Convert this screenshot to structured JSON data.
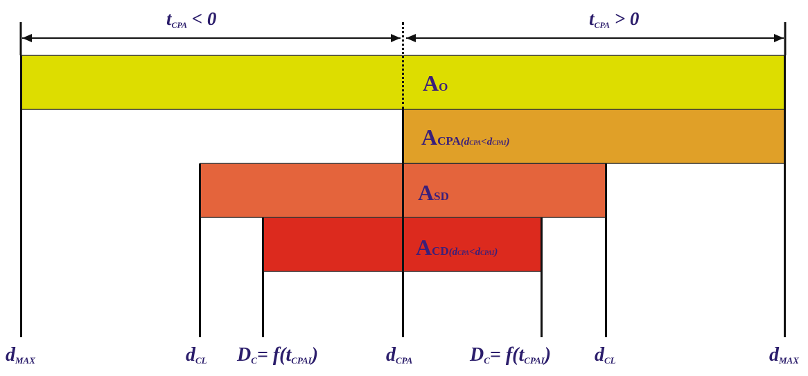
{
  "colors": {
    "ao": "#dddd00",
    "acpa": "#e0a028",
    "asd": "#e4643c",
    "acd": "#dc2a1e",
    "label": "#3a1f7a"
  },
  "top": {
    "left": {
      "t": "t",
      "sub": "CPA",
      "rel": "< 0"
    },
    "right": {
      "t": "t",
      "sub": "CPA",
      "rel": "> 0"
    }
  },
  "bands": {
    "ao": {
      "main": "A",
      "sub": "O",
      "cond": ""
    },
    "acpa": {
      "main": "A",
      "sub": "CPA",
      "cond": "(d",
      "cond_sub1": "CPA",
      "cond_mid": "<d",
      "cond_sub2": "CPAI",
      "cond_end": ")"
    },
    "asd": {
      "main": "A",
      "sub": "SD",
      "cond": ""
    },
    "acd": {
      "main": "A",
      "sub": "CD",
      "cond": "(d",
      "cond_sub1": "CPA",
      "cond_mid": "<d",
      "cond_sub2": "CPAI",
      "cond_end": ")"
    }
  },
  "bottom": {
    "dmax_left": {
      "main": "d",
      "sub": "MAX"
    },
    "dcl_left": {
      "main": "d",
      "sub": "CL"
    },
    "dc_left": {
      "main": "D",
      "sub": "C",
      "rest": "= f(t",
      "rest_sub": "CPAI",
      "end": ")"
    },
    "dcpa": {
      "main": "d",
      "sub": "CPA"
    },
    "dc_right": {
      "main": "D",
      "sub": "C",
      "rest": "= f(t",
      "rest_sub": "CPAI",
      "end": ")"
    },
    "dcl_right": {
      "main": "d",
      "sub": "CL"
    },
    "dmax_right": {
      "main": "d",
      "sub": "MAX"
    }
  }
}
